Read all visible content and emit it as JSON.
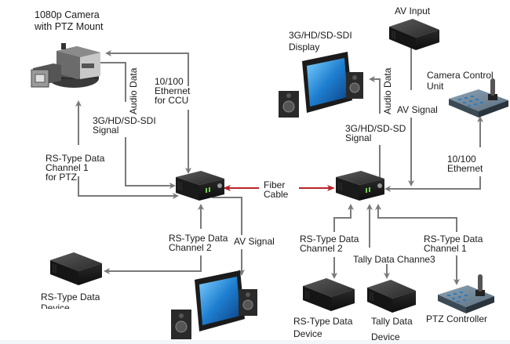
{
  "diagram": {
    "title": "Fiber Camera Link System",
    "colors": {
      "line": "#7a7a7a",
      "fiber": "#b8242a",
      "device_dark": "#2b2b2b",
      "screen": "#1f7fd0",
      "led": "#6fd04a",
      "background": "#ffffff"
    },
    "nodes": {
      "camera": {
        "label": "1080p Camera\nwith PTZ Mount",
        "icon": "ptz-camera-icon"
      },
      "transmitter": {
        "label": "",
        "icon": "fiber-transmitter-icon"
      },
      "receiver": {
        "label": "",
        "icon": "fiber-receiver-icon"
      },
      "display_top": {
        "label": "3G/HD/SD-SDI\nDisplay",
        "icon": "display-with-speakers-icon"
      },
      "display_bottom": {
        "label": "",
        "icon": "display-with-speakers-icon"
      },
      "av_input": {
        "label": "AV Input",
        "icon": "av-input-box-icon"
      },
      "ccu": {
        "label": "Camera Control\nUnit",
        "icon": "camera-control-unit-icon"
      },
      "rs_device_left": {
        "label": "RS-Type Data\nDevice",
        "icon": "data-device-box-icon"
      },
      "rs_device_right": {
        "label": "RS-Type Data\nDevice",
        "icon": "data-device-box-icon"
      },
      "tally_device": {
        "label": "Tally Data\n\nDevice",
        "icon": "tally-device-box-icon"
      },
      "ptz_controller": {
        "label": "PTZ Controller",
        "icon": "ptz-controller-icon"
      }
    },
    "links": {
      "audio_data_left": "Audio Data",
      "ethernet_ccu": "10/100\nEthernet\nfor CCU",
      "sdi_signal_left": "3G/HD/SD-SDI\nSignal",
      "rs_ch1_ptz": "RS-Type Data\nChannel 1\nfor PTZ",
      "fiber_cable": "Fiber\nCable",
      "rs_ch2_left": "RS-Type Data\nChannel 2",
      "av_signal_left": "AV Signal",
      "audio_data_right": "Audio Data",
      "sdi_signal_right": "3G/HD/SD-SD\nSignal",
      "av_signal_right": "AV Signal",
      "ethernet_right": "10/100\nEthernet",
      "rs_ch2_right": "RS-Type Data\nChannel 2",
      "tally_channel": "Tally Data Channe3",
      "rs_ch1_right": "RS-Type Data\nChannel 1"
    }
  }
}
